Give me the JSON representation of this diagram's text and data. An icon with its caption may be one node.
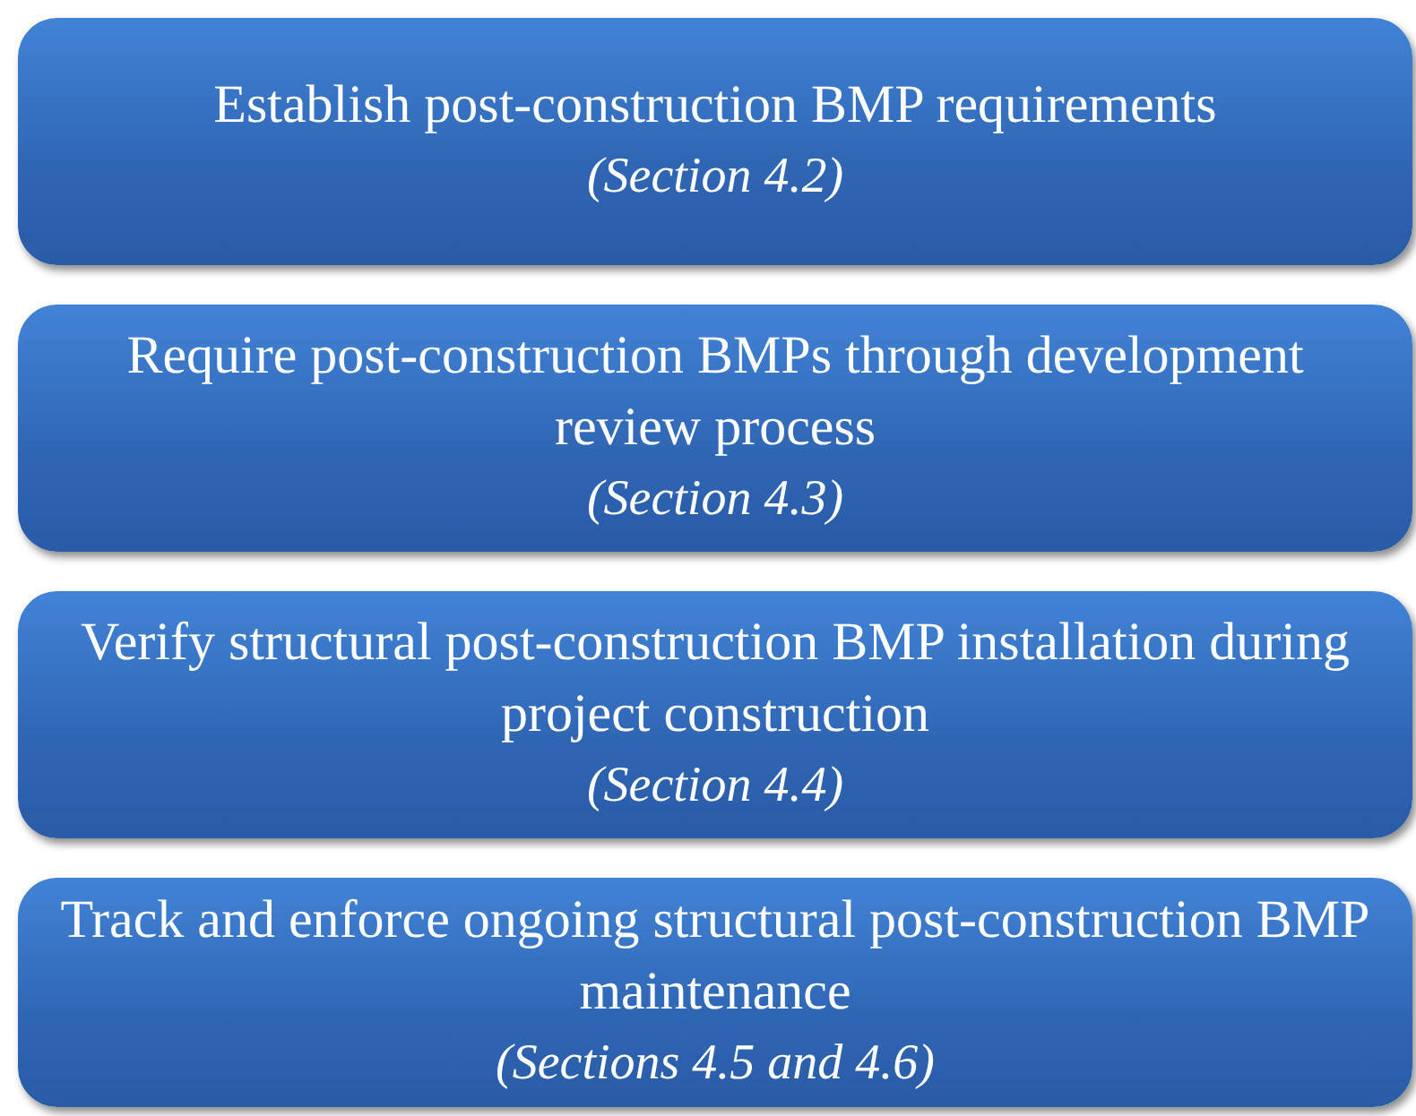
{
  "diagram": {
    "nodes": [
      {
        "text": [
          "Establish post-construction BMP requirements",
          "(Section 4.2)"
        ]
      },
      {
        "text": [
          "Require post-construction BMPs through development review process",
          "(Section 4.3)"
        ]
      },
      {
        "text": [
          "Verify structural post-construction BMP installation during project construction",
          "(Section 4.4)"
        ]
      },
      {
        "text": [
          "Track and enforce ongoing structural post-construction BMP maintenance",
          "(Sections 4.5 and 4.6)"
        ]
      }
    ]
  }
}
